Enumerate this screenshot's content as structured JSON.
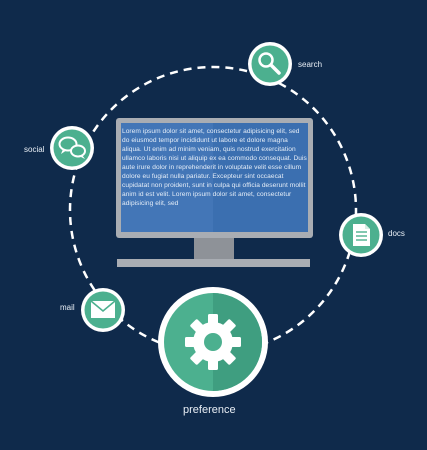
{
  "colors": {
    "background": "#0f2a4b",
    "accent_green": "#4cb08f",
    "dark_green": "#2f8a6b",
    "monitor_gray": "#a9adb3",
    "screen_blue": "#3b6fb0"
  },
  "screen": {
    "paragraph": "Lorem ipsum dolor sit amet, consectetur adipisicing elit, sed do eiusmod tempor incididunt ut labore et dolore magna aliqua. Ut enim ad minim veniam, quis nostrud exercitation ullamco laboris nisi ut aliquip ex ea commodo consequat. Duis aute irure dolor in reprehenderit in voluptate velit esse cillum dolore eu fugiat nulla pariatur. Excepteur sint occaecat cupidatat non proident, sunt in culpa qui officia deserunt mollit anim id est velit. Lorem ipsum dolor sit amet, consectetur adipisicing elit, sed"
  },
  "nodes": {
    "search": {
      "label": "search",
      "icon": "magnifier-icon"
    },
    "social": {
      "label": "social",
      "icon": "chat-bubbles-icon"
    },
    "docs": {
      "label": "docs",
      "icon": "document-icon"
    },
    "mail": {
      "label": "mail",
      "icon": "envelope-icon"
    },
    "preference": {
      "label": "preference",
      "icon": "gear-icon"
    }
  }
}
